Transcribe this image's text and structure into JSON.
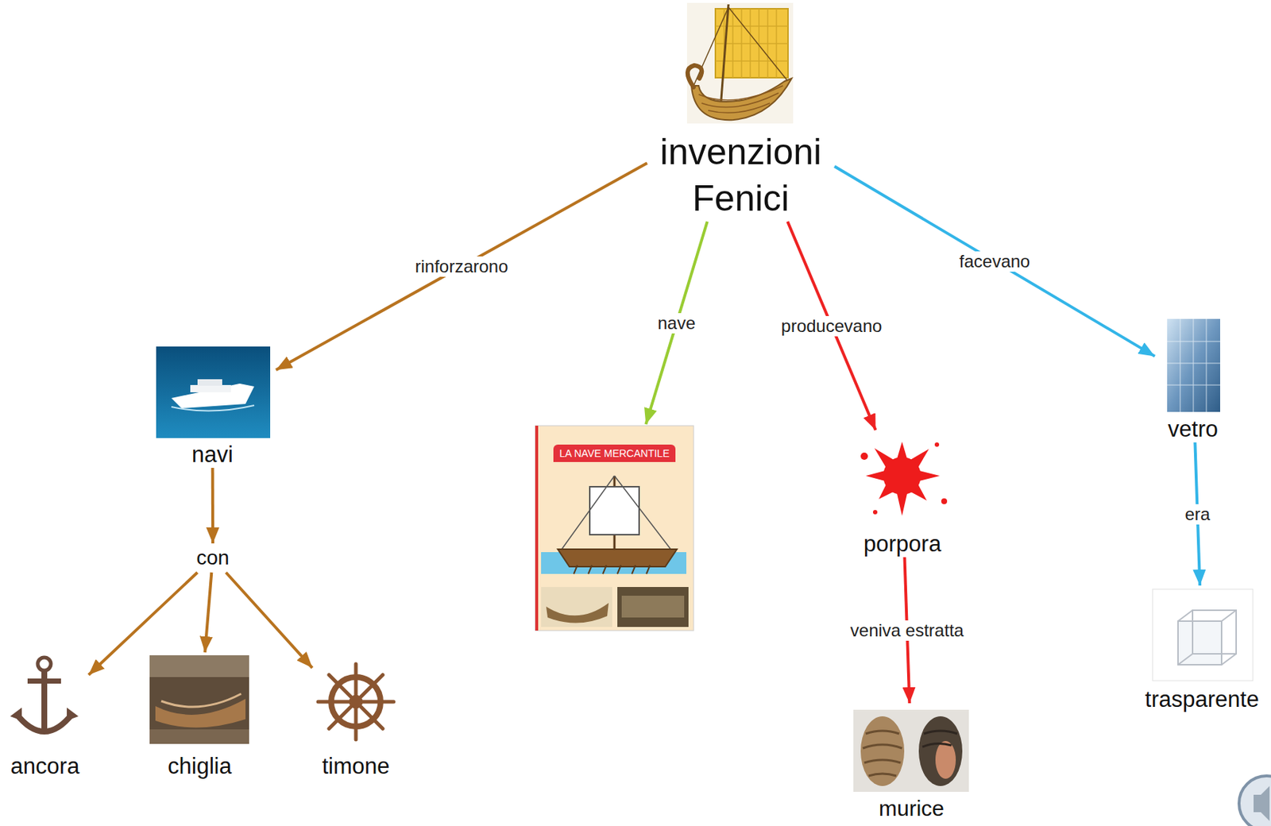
{
  "diagram": {
    "nodes": [
      {
        "text": [
          "invenzioni Fenici"
        ]
      },
      {
        "text": [
          "navi"
        ]
      },
      {
        "text": [
          "con"
        ]
      },
      {
        "text": [
          "ancora"
        ]
      },
      {
        "text": [
          "chiglia"
        ]
      },
      {
        "text": [
          "timone"
        ]
      },
      {
        "text": [
          "LA NAVE MERCANTILE"
        ]
      },
      {
        "text": [
          "porpora"
        ]
      },
      {
        "text": [
          "murice"
        ]
      },
      {
        "text": [
          "vetro"
        ]
      },
      {
        "text": [
          "trasparente"
        ]
      }
    ],
    "edges": [
      {
        "from": 0,
        "to": 1,
        "arrow": "to",
        "label": "rinforzarono"
      },
      {
        "from": 1,
        "to": 2,
        "arrow": "to"
      },
      {
        "from": 2,
        "to": 3,
        "arrow": "to"
      },
      {
        "from": 2,
        "to": 4,
        "arrow": "to"
      },
      {
        "from": 2,
        "to": 5,
        "arrow": "to"
      },
      {
        "from": 0,
        "to": 6,
        "arrow": "to",
        "label": "nave"
      },
      {
        "from": 0,
        "to": 7,
        "arrow": "to",
        "label": "producevano"
      },
      {
        "from": 7,
        "to": 8,
        "arrow": "to",
        "label": "veniva estratta"
      },
      {
        "from": 0,
        "to": 9,
        "arrow": "to",
        "label": "facevano"
      },
      {
        "from": 9,
        "to": 10,
        "arrow": "to",
        "label": "era"
      }
    ]
  }
}
